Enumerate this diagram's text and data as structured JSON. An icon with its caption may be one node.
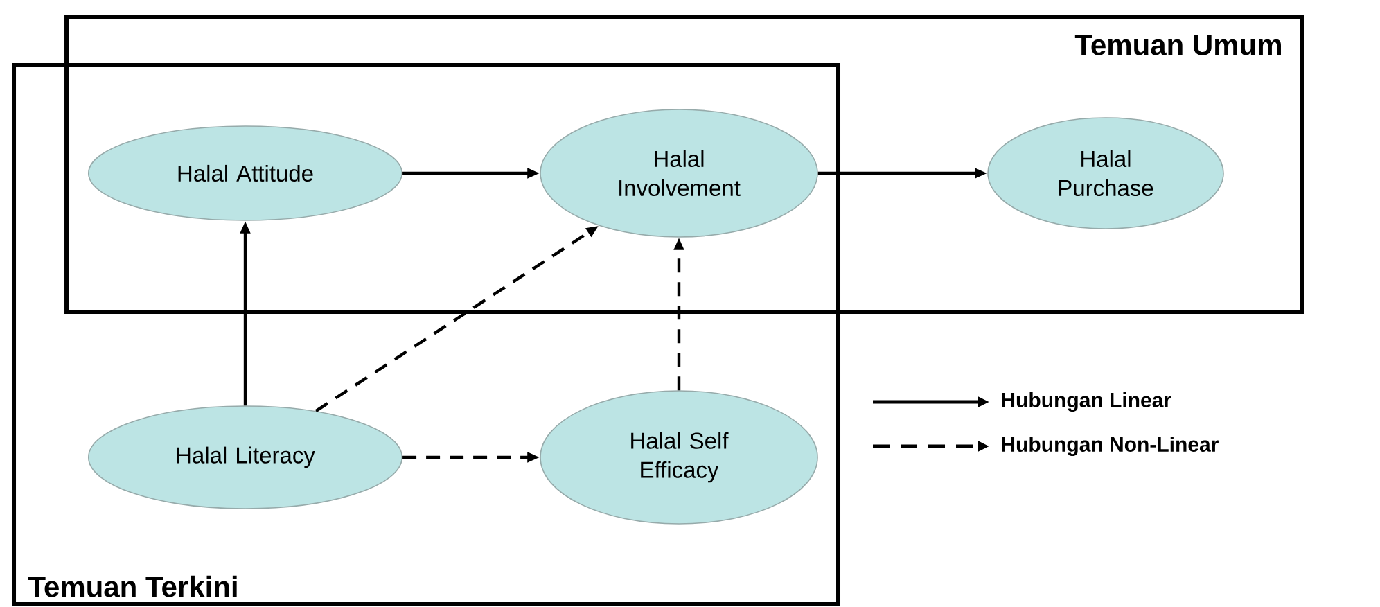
{
  "diagram": {
    "nodes": [
      {
        "text": [
          "Temuan Umum"
        ]
      },
      {
        "text": [
          "Temuan Terkini"
        ]
      },
      {
        "text": [
          "Halal Attitude"
        ]
      },
      {
        "text": [
          "Halal Involvement"
        ]
      },
      {
        "text": [
          "Halal Purchase"
        ],
        "in": 0
      },
      {
        "text": [
          "Halal Literacy"
        ],
        "in": 1
      },
      {
        "text": [
          "Halal Self Efficacy"
        ],
        "in": 1
      }
    ],
    "edges": [
      {
        "from": 2,
        "to": 3,
        "arrow": "to"
      },
      {
        "from": 3,
        "to": 4,
        "arrow": "to"
      },
      {
        "from": 5,
        "to": 2,
        "arrow": "to"
      },
      {
        "from": 5,
        "to": 3,
        "arrow": "to",
        "style": "dashed"
      },
      {
        "from": 5,
        "to": 6,
        "arrow": "to",
        "style": "dashed"
      },
      {
        "from": 6,
        "to": 3,
        "arrow": "to",
        "style": "dashed"
      }
    ],
    "legend": [
      {
        "text": "Hubungan Linear"
      },
      {
        "text": "Hubungan Non-Linear"
      }
    ]
  }
}
